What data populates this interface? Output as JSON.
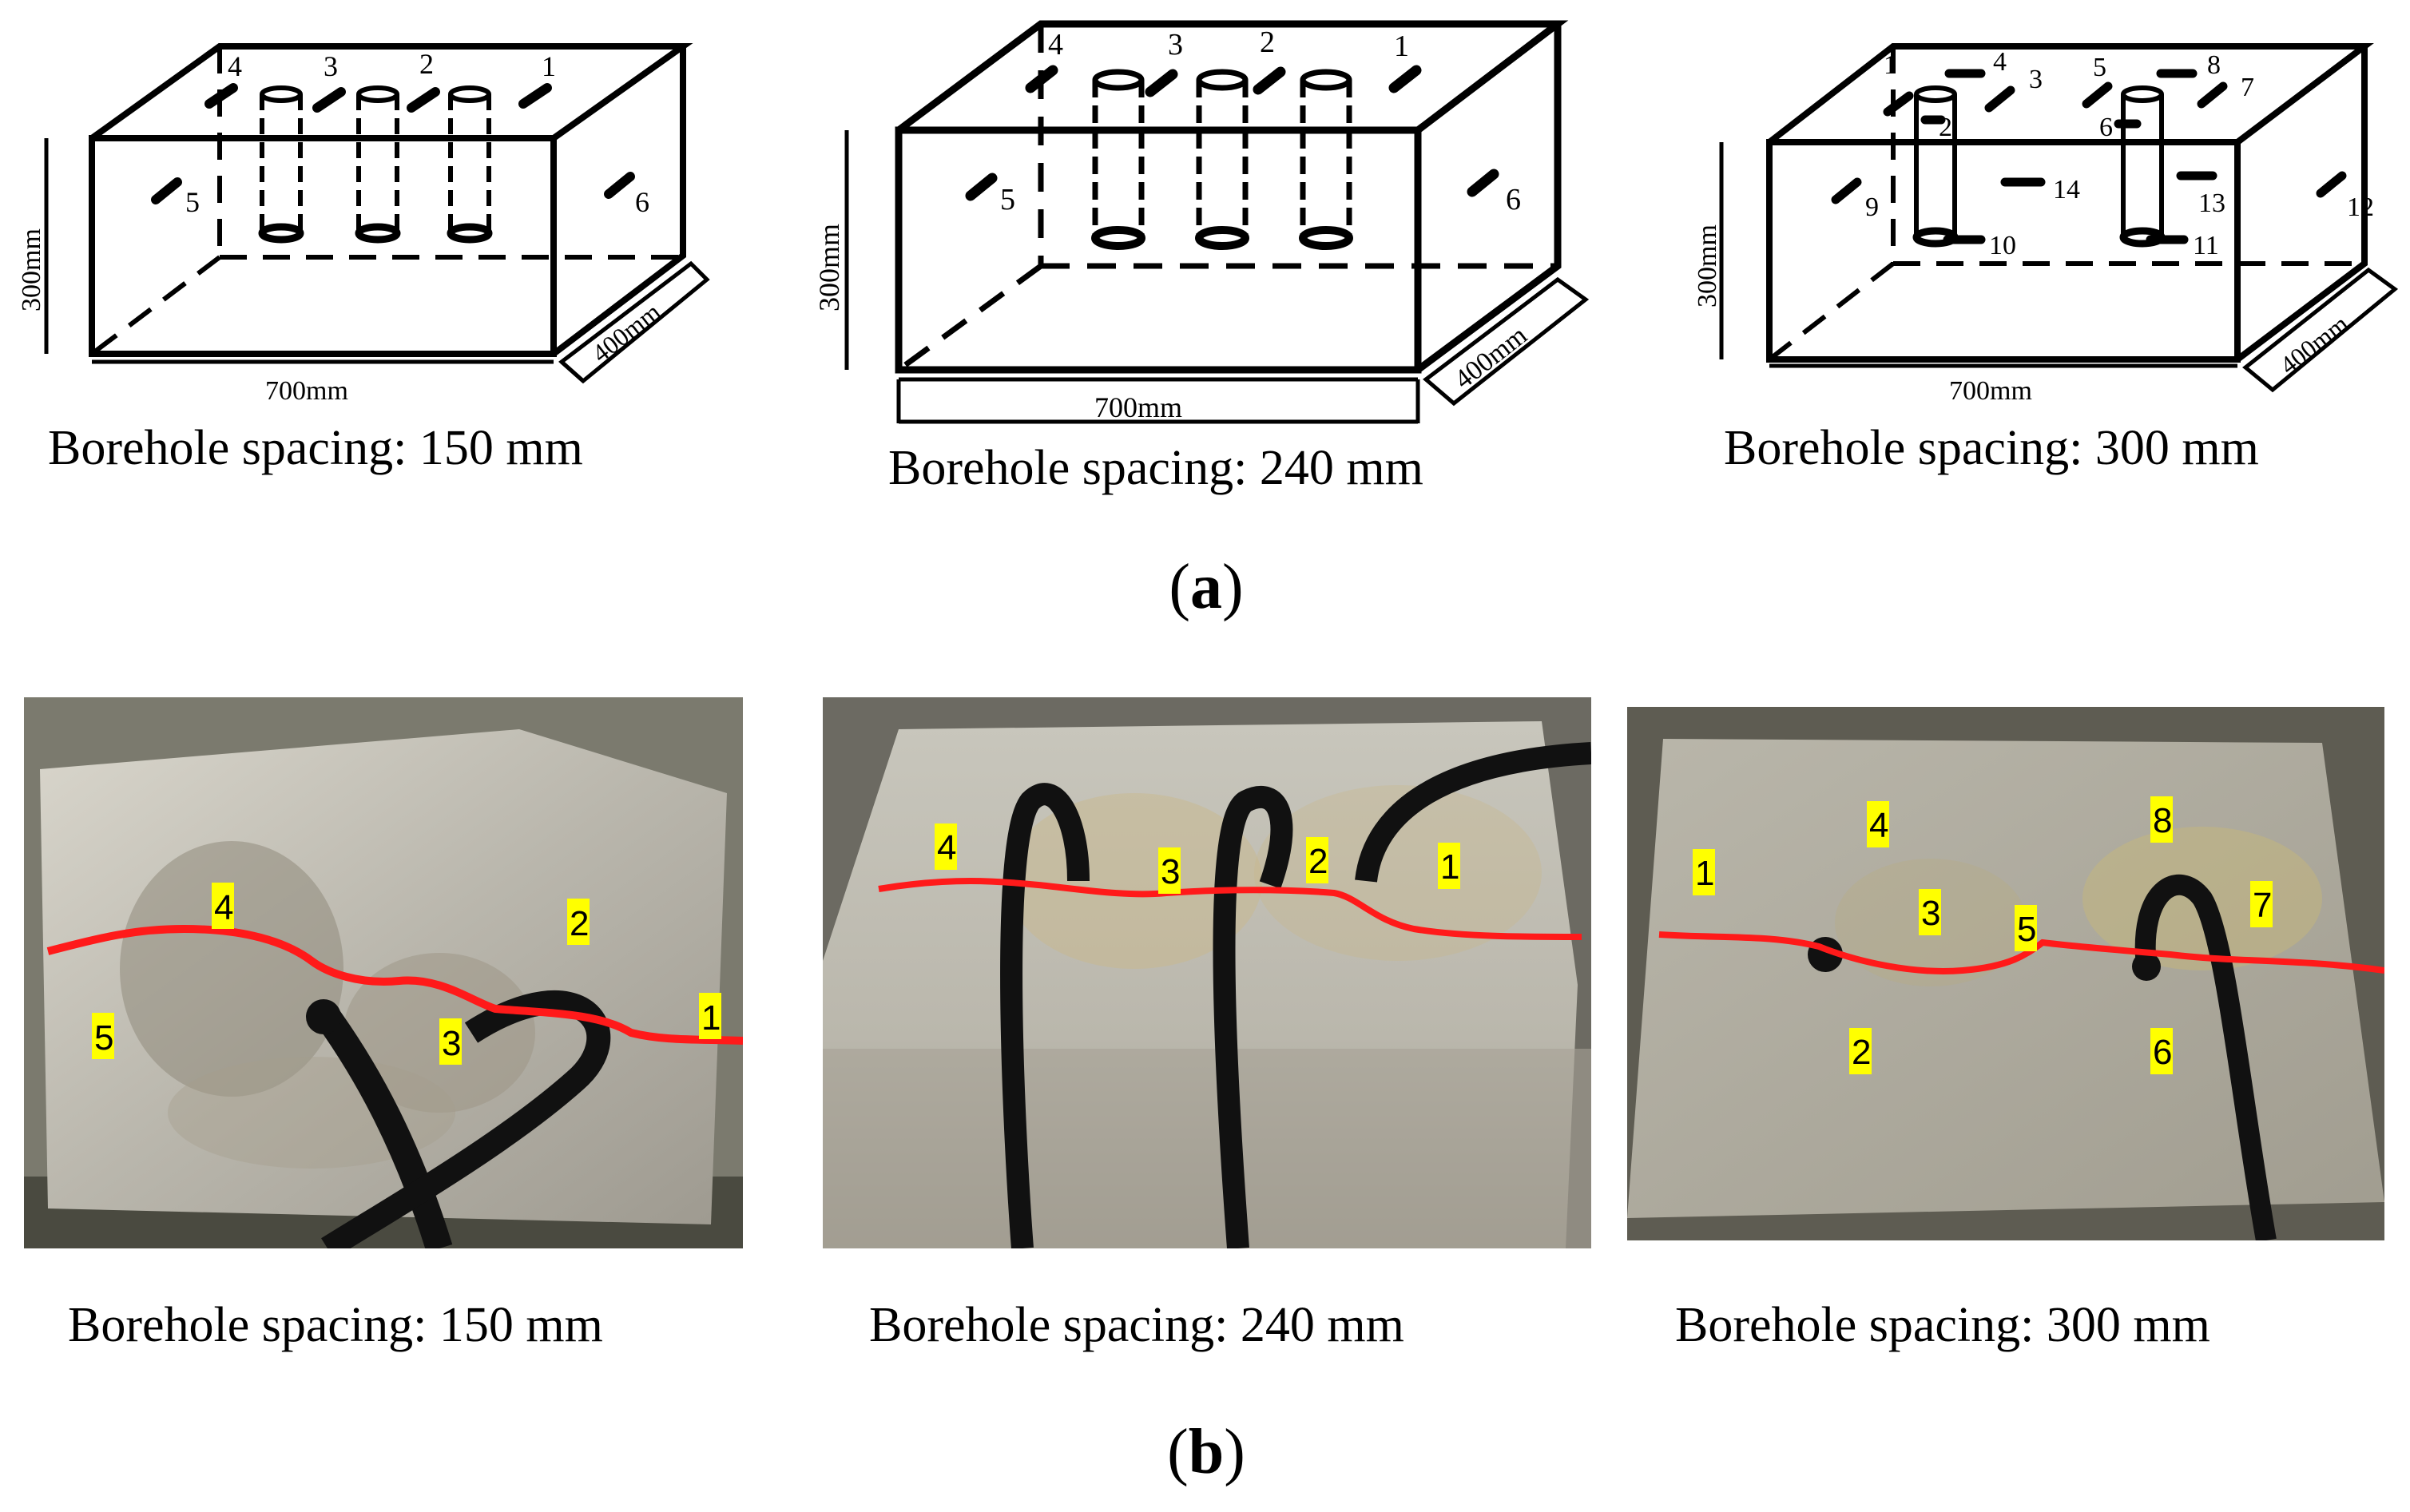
{
  "panel_a": {
    "label_open": "(",
    "label_letter": "a",
    "label_close": ")",
    "diagrams": [
      {
        "caption": "Borehole spacing: 150 mm",
        "dim_height": "300mm",
        "dim_length": "700mm",
        "dim_depth": "400mm",
        "sensors": [
          "1",
          "2",
          "3",
          "4",
          "5",
          "6"
        ]
      },
      {
        "caption": "Borehole spacing: 240 mm",
        "dim_height": "300mm",
        "dim_length": "700mm",
        "dim_depth": "400mm",
        "sensors": [
          "1",
          "2",
          "3",
          "4",
          "5",
          "6"
        ]
      },
      {
        "caption": "Borehole spacing: 300 mm",
        "dim_height": "300mm",
        "dim_length": "700mm",
        "dim_depth": "400mm",
        "sensors": [
          "1",
          "2",
          "3",
          "4",
          "5",
          "6",
          "7",
          "8",
          "9",
          "10",
          "11",
          "12",
          "13",
          "14"
        ]
      }
    ]
  },
  "panel_b": {
    "label_open": "(",
    "label_letter": "b",
    "label_close": ")",
    "photos": [
      {
        "caption": "Borehole spacing: 150 mm",
        "tags": [
          "1",
          "2",
          "3",
          "4",
          "5"
        ]
      },
      {
        "caption": "Borehole spacing: 240 mm",
        "tags": [
          "1",
          "2",
          "3",
          "4"
        ]
      },
      {
        "caption": "Borehole spacing: 300 mm",
        "tags": [
          "1",
          "2",
          "3",
          "4",
          "5",
          "6",
          "7",
          "8"
        ]
      }
    ]
  },
  "colors": {
    "crack_line": "#ff1a1a",
    "tag_background": "#ffff00",
    "concrete": "#c9c6bd"
  }
}
